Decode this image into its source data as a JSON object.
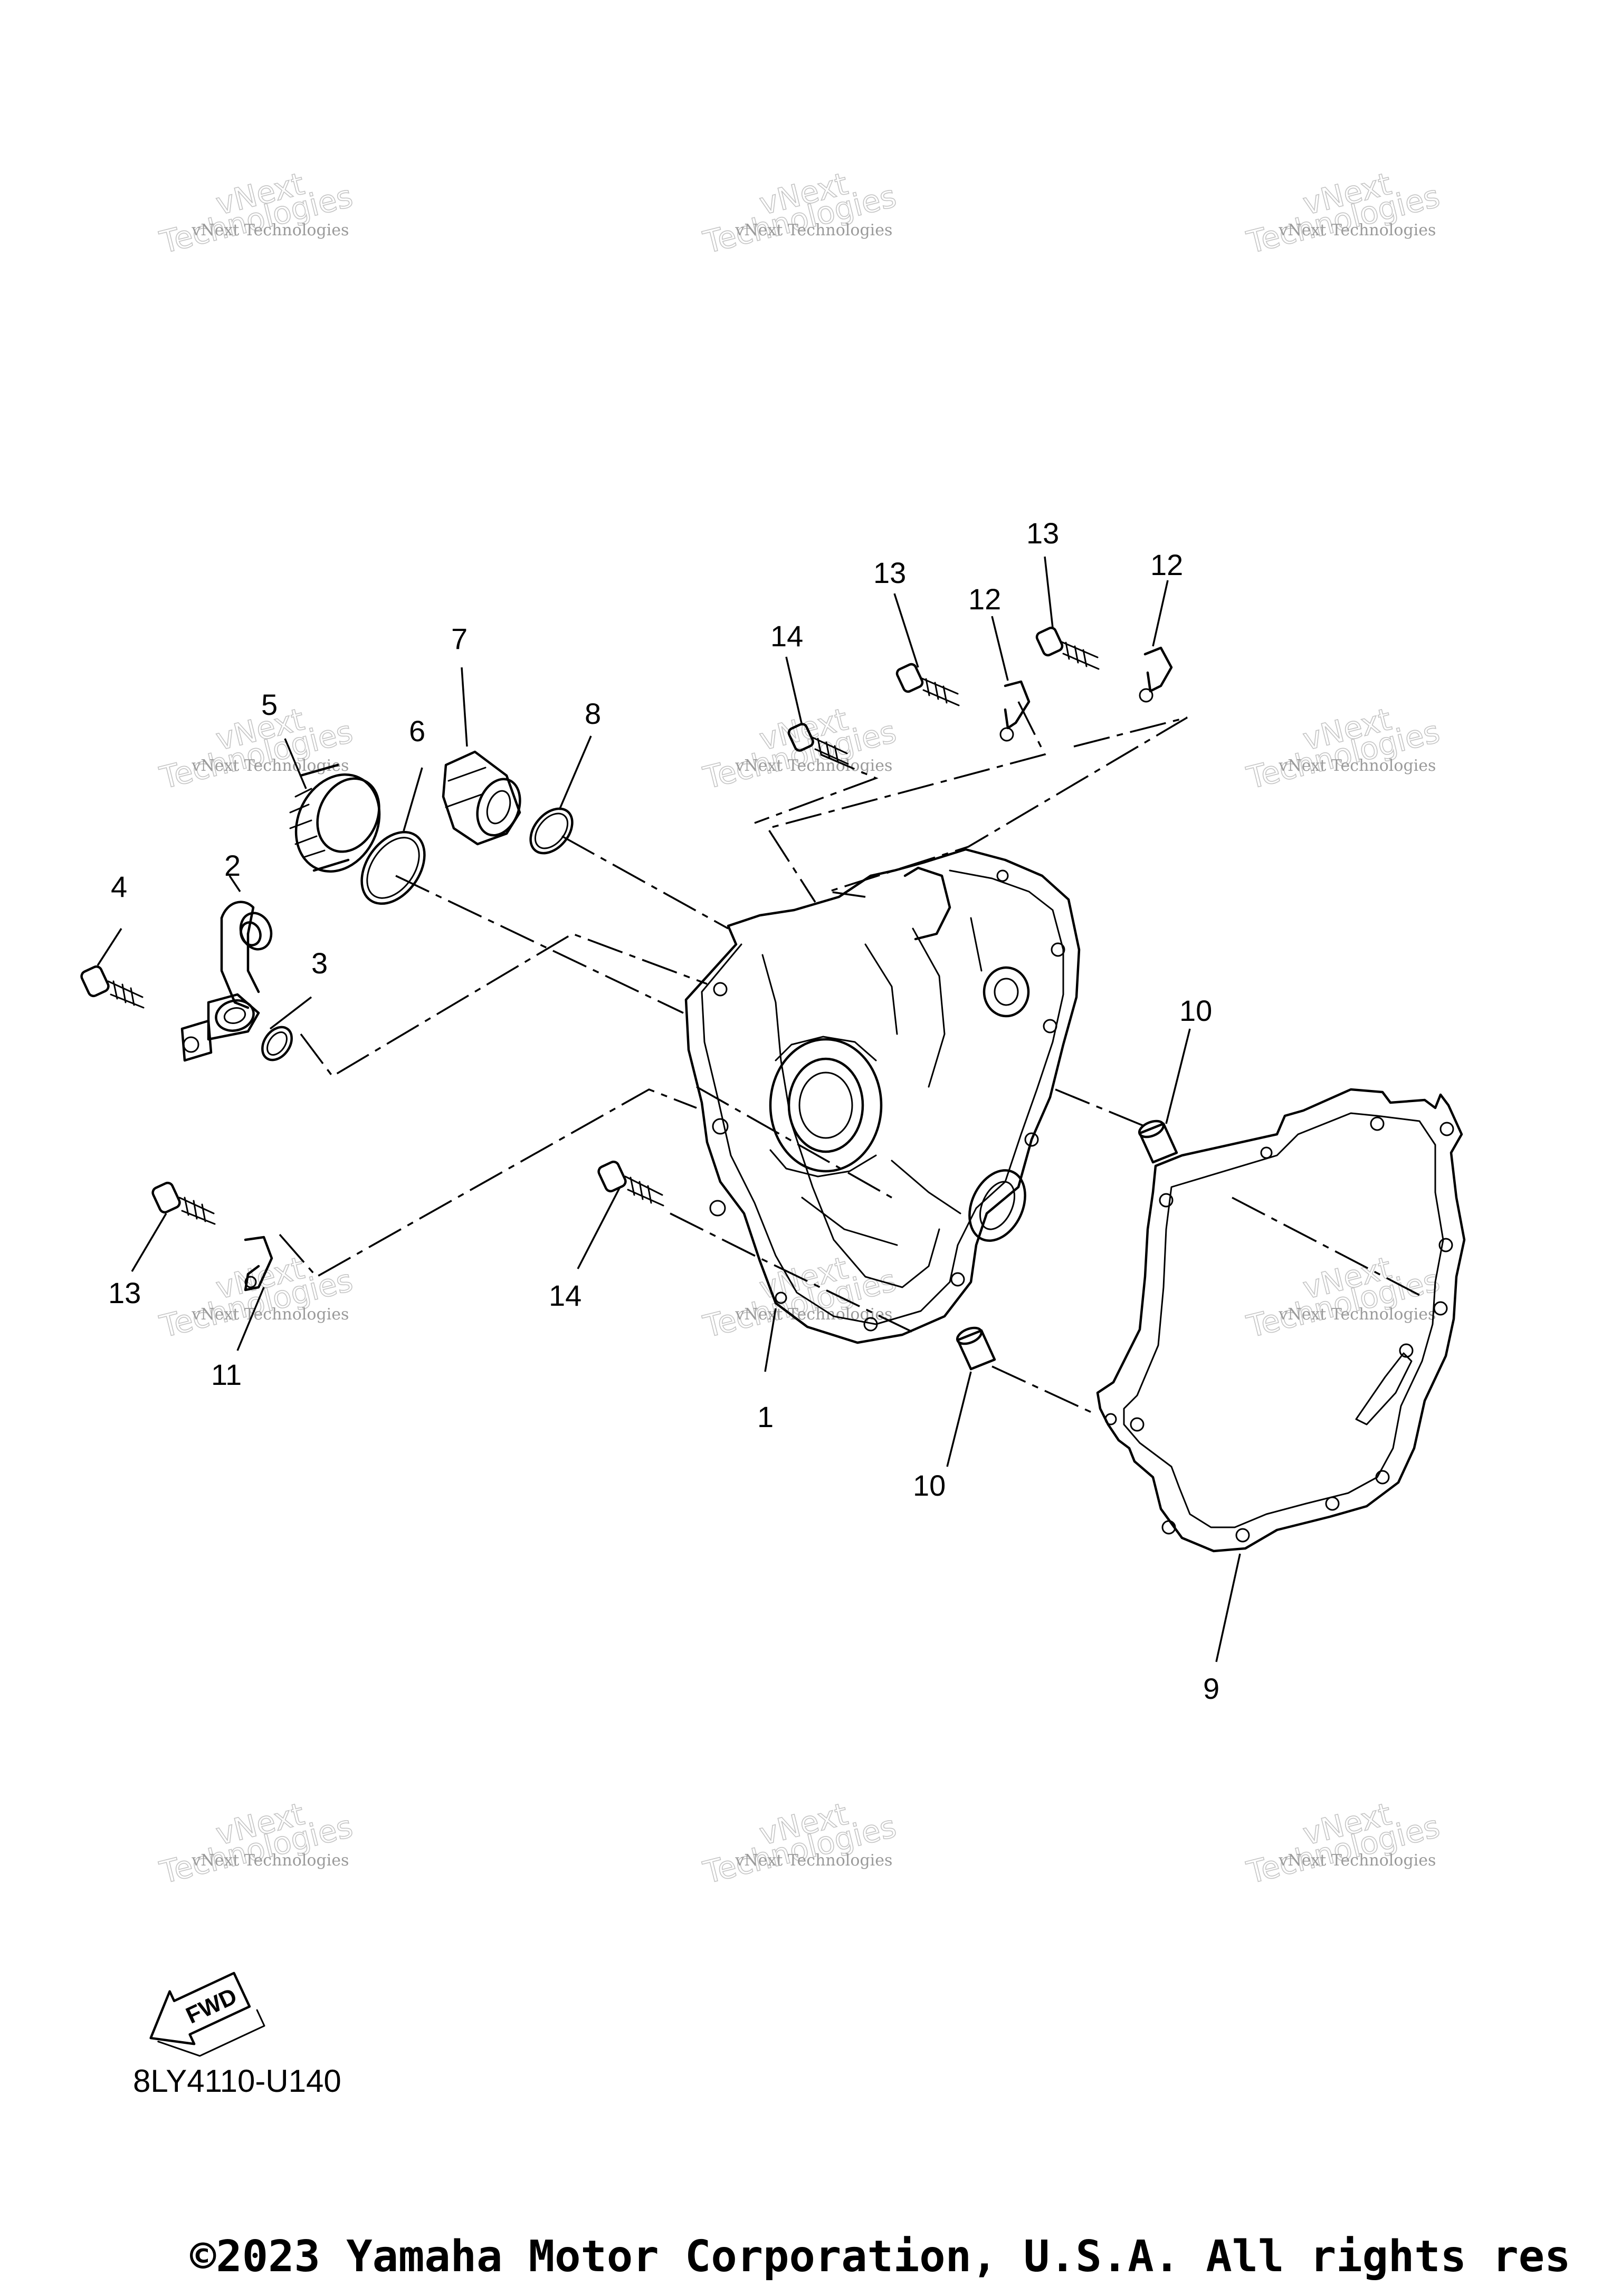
{
  "callouts": {
    "p1": "1",
    "p2": "2",
    "p3": "3",
    "p4": "4",
    "p5": "5",
    "p6": "6",
    "p7": "7",
    "p8": "8",
    "p9": "9",
    "p10a": "10",
    "p10b": "10",
    "p11": "11",
    "p12a": "12",
    "p12b": "12",
    "p13a": "13",
    "p13b": "13",
    "p13c": "13",
    "p14a": "14",
    "p14b": "14"
  },
  "fwd_badge": "FWD",
  "diagram_code": "8LY4110-U140",
  "watermark": {
    "line1": "vNext Technologies",
    "line2": "vNext",
    "line3": "Technologies"
  },
  "copyright": "©2023 Yamaha Motor Corporation, U.S.A. All rights res"
}
